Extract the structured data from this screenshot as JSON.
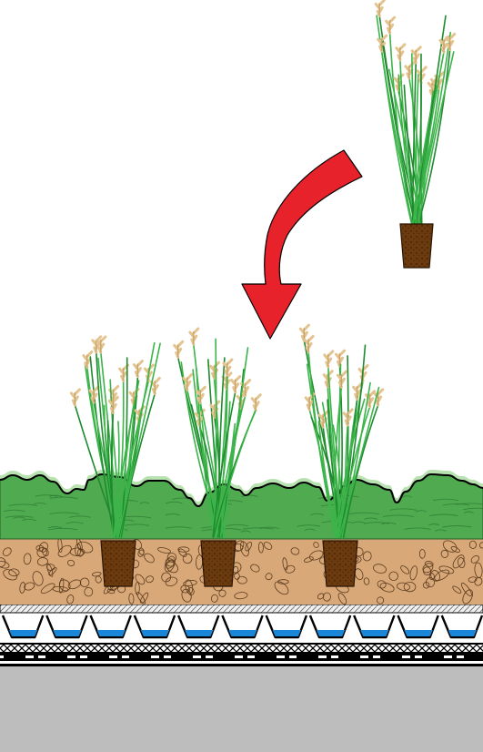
{
  "diagram": {
    "kind": "green-roof-cross-section",
    "background": "#ffffff",
    "colors": {
      "grass_stem": "#3cb44a",
      "grass_stem_dark": "#1f8a2e",
      "seed_head": "#e3c48f",
      "seed_head_dark": "#c9a46a",
      "pot": "#6b3a0e",
      "pot_outline": "#2b1605",
      "arrow": "#e8222a",
      "arrow_outline": "#000000",
      "vegetation": "#4faa50",
      "vegetation_glow": "#b8e2b0",
      "substrate": "#d9a878",
      "filter_fleece": "#e9e9e9",
      "drainage_water": "#1a86d8",
      "protection_mat": "#ffffff",
      "membrane": "#111111",
      "roof_deck": "#bdbdbd"
    },
    "icons": [
      "grass-plant-icon",
      "planting-arrow-icon",
      "plant-pot-icon"
    ],
    "planted_pots": 3,
    "pots_being_planted": 1,
    "drainage_cups": 11
  }
}
